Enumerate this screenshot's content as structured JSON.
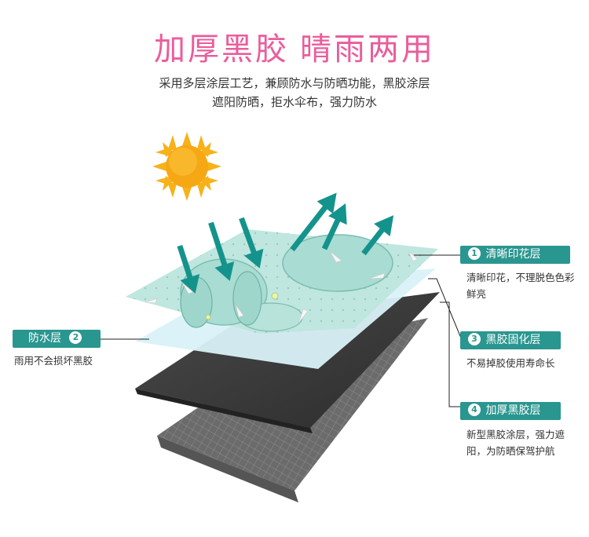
{
  "header": {
    "title_part1": "加厚黑胶",
    "title_part2": "晴雨两用",
    "desc_line1": "采用多层涂层工艺，兼顾防水与防晒功能，黑胶涂层",
    "desc_line2": "遮阳防晒，拒水伞布，强力防水"
  },
  "layers": [
    {
      "num": "1",
      "label": "清晰印花层",
      "desc": "清晰印花，不理脱色色彩鲜亮"
    },
    {
      "num": "2",
      "label": "防水层",
      "desc": "雨用不会损坏黑胶"
    },
    {
      "num": "3",
      "label": "黑胶固化层",
      "desc": "不易掉胶使用寿命长"
    },
    {
      "num": "4",
      "label": "加厚黑胶层",
      "desc": "新型黑胶涂层，强力遮阳，为防晒保驾护航"
    }
  ],
  "colors": {
    "title": "#ea5d9c",
    "teal": "#14938c",
    "pill": "#2a9690",
    "print": "#bfe7df",
    "waterproof": "#d9f2f8",
    "black_layer": "#3a3a3a",
    "grid_layer": "#6b6b6b",
    "sun": "#f5a814"
  },
  "icons": [
    "sun-icon",
    "arrow-in-icon",
    "arrow-out-icon",
    "leader-line"
  ]
}
